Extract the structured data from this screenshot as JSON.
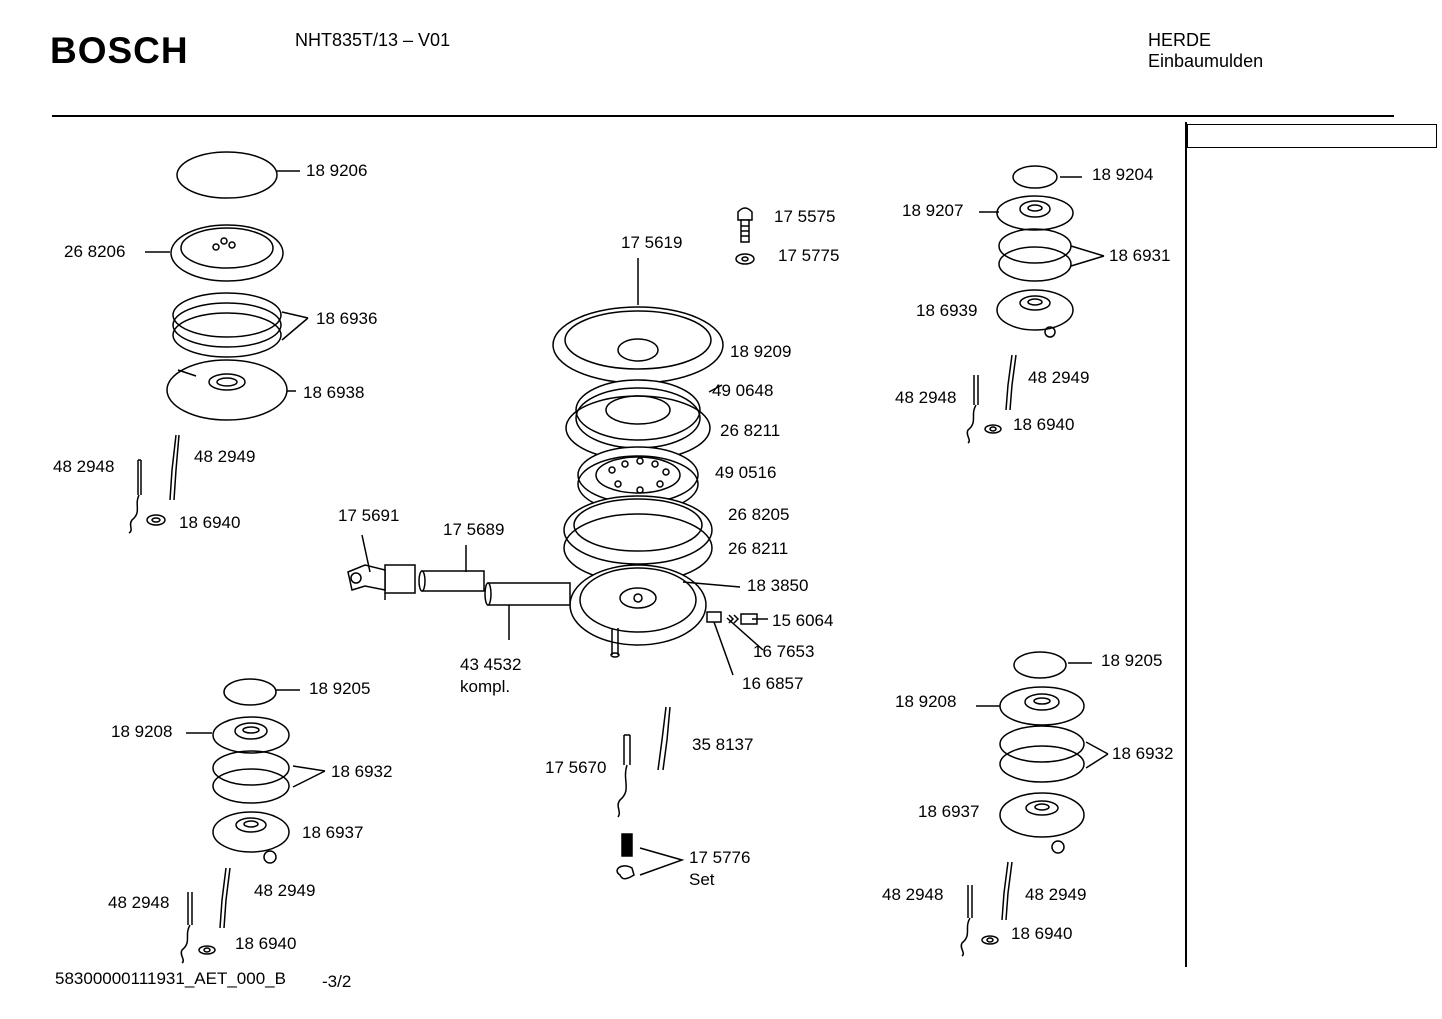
{
  "header": {
    "brand": "BOSCH",
    "model": "NHT835T/13 – V01",
    "category_line1": "HERDE",
    "category_line2": "Einbaumulden"
  },
  "footer": {
    "document_id": "58300000111931_AET_000_B",
    "page": "-3/2"
  },
  "parts": {
    "tl_cap": "18 9206",
    "tl_spreader": "26 8206",
    "tl_ring": "18 6936",
    "tl_base": "18 6938",
    "tl_electrode": "48 2948",
    "tl_thermo": "48 2949",
    "tl_washer": "18 6940",
    "c_screw": "17 5575",
    "c_washer": "17 5775",
    "c_top": "17 5619",
    "c_cap": "18 9209",
    "c_ring1": "49 0648",
    "c_gasket1": "26 8211",
    "c_ring2": "49 0516",
    "c_plate": "26 8205",
    "c_gasket2": "26 8211",
    "c_body": "18 3850",
    "c_nozzle": "15 6064",
    "c_spring": "16 7653",
    "c_holder": "16 6857",
    "c_elbow": "17 5691",
    "c_tube": "17 5689",
    "c_pipe": "43 4532",
    "c_pipe_note": "kompl.",
    "c_electrode": "17 5670",
    "c_thermo": "35 8137",
    "c_clip": "17 5776",
    "c_clip_note": "Set",
    "tr_cap": "18 9204",
    "tr_spreader": "18 9207",
    "tr_ring": "18 6931",
    "tr_base": "18 6939",
    "tr_electrode": "48 2948",
    "tr_thermo": "48 2949",
    "tr_washer": "18 6940",
    "bl_cap": "18 9205",
    "bl_spreader": "18 9208",
    "bl_ring": "18 6932",
    "bl_base": "18 6937",
    "bl_electrode": "48 2948",
    "bl_thermo": "48 2949",
    "bl_washer": "18 6940",
    "br_cap": "18 9205",
    "br_spreader": "18 9208",
    "br_ring": "18 6932",
    "br_base": "18 6937",
    "br_electrode": "48 2948",
    "br_thermo": "48 2949",
    "br_washer": "18 6940"
  }
}
